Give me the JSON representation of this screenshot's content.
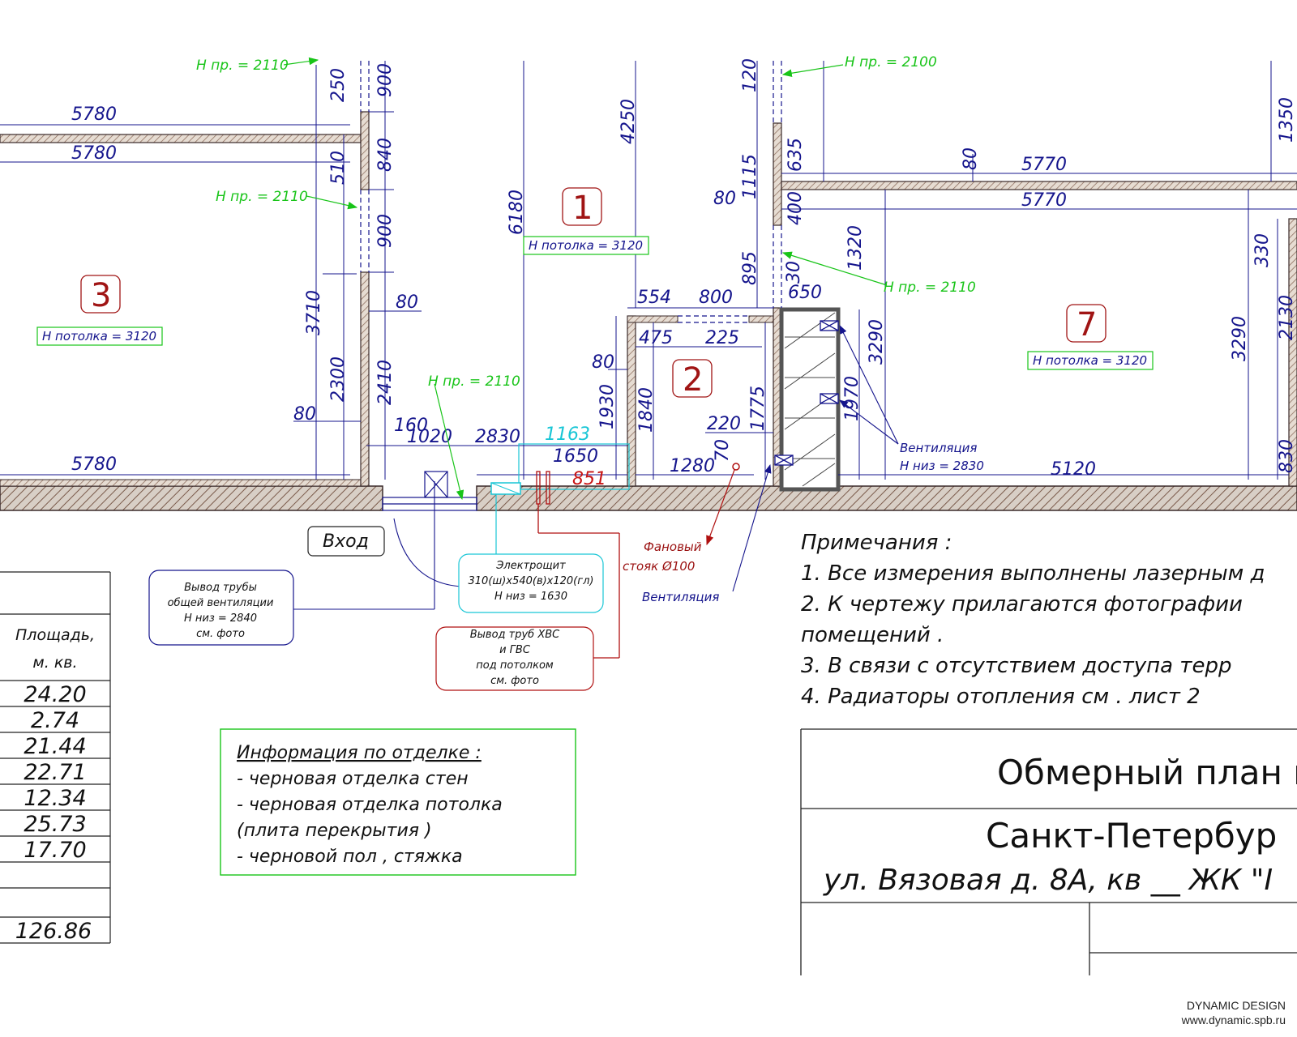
{
  "rooms": [
    {
      "number": "1",
      "ceiling": "Н потолка = 3120"
    },
    {
      "number": "2"
    },
    {
      "number": "3",
      "ceiling": "Н потолка = 3120"
    },
    {
      "number": "7",
      "ceiling": "Н потолка = 3120"
    }
  ],
  "openings": {
    "h_2110": "Н пр. = 2110",
    "h_2100": "Н пр. = 2100"
  },
  "dimensions": {
    "d5780": "5780",
    "d5770": "5770",
    "d5120": "5120",
    "d250": "250",
    "d900": "900",
    "d510": "510",
    "d840": "840",
    "d3710": "3710",
    "d2300": "2300",
    "d2410": "2410",
    "d80": "80",
    "d160": "160",
    "d1020": "1020",
    "d2830": "2830",
    "d1650": "1650",
    "d4250": "4250",
    "d6180": "6180",
    "d554": "554",
    "d800": "800",
    "d475": "475",
    "d225": "225",
    "d1930": "1930",
    "d1840": "1840",
    "d220": "220",
    "d70": "70",
    "d1775": "1775",
    "d1280": "1280",
    "d120": "120",
    "d1115": "1115",
    "d635": "635",
    "d400": "400",
    "d895": "895",
    "d30": "30",
    "d650": "650",
    "d1320": "1320",
    "d3290": "3290",
    "d1970": "1970",
    "d330": "330",
    "d2130": "2130",
    "d1350": "1350",
    "d830": "830",
    "cyan1163": "1163",
    "red851": "851"
  },
  "callouts": {
    "entry": "Вход",
    "vent_pipe": [
      "Вывод трубы",
      "общей вентиляции",
      "Н низ = 2840",
      "см. фото"
    ],
    "el_panel": [
      "Электрощит",
      "310(ш)х540(в)х120(гл)",
      "Н низ = 1630"
    ],
    "water_pipes": [
      "Вывод труб ХВС",
      "и ГВС",
      "под потолком",
      "см. фото"
    ],
    "fan_riser": [
      "Фановый",
      "стояк Ø100"
    ],
    "ventilation_small": "Вентиляция",
    "ventilation_right": [
      "Вентиляция",
      "Н низ = 2830"
    ]
  },
  "notes": {
    "title": "Примечания :",
    "items": [
      "1. Все измерения выполнены лазерным д",
      "2. К чертежу прилагаются фотографии",
      "помещений .",
      "3. В связи с отсутствием доступа терр",
      "4. Радиаторы отопления см . лист 2"
    ]
  },
  "area_table": {
    "header": [
      "Площадь,",
      "м. кв."
    ],
    "rows": [
      "24.20",
      "2.74",
      "21.44",
      "22.71",
      "12.34",
      "25.73",
      "17.70",
      "",
      ""
    ],
    "total": "126.86"
  },
  "finish_info": {
    "title": "Информация по отделке :",
    "lines": [
      "- черновая отделка стен",
      "- черновая отделка потолка",
      "(плита перекрытия  )",
      "- черновой пол , стяжка"
    ]
  },
  "title_block": {
    "title": "Обмерный план н",
    "city": "Санкт-Петербур",
    "address": "ул. Вязовая д. 8А, кв __ ЖК \"I"
  },
  "brand": {
    "name": "DYNAMIC DESIGN",
    "url": "www.dynamic.spb.ru"
  }
}
